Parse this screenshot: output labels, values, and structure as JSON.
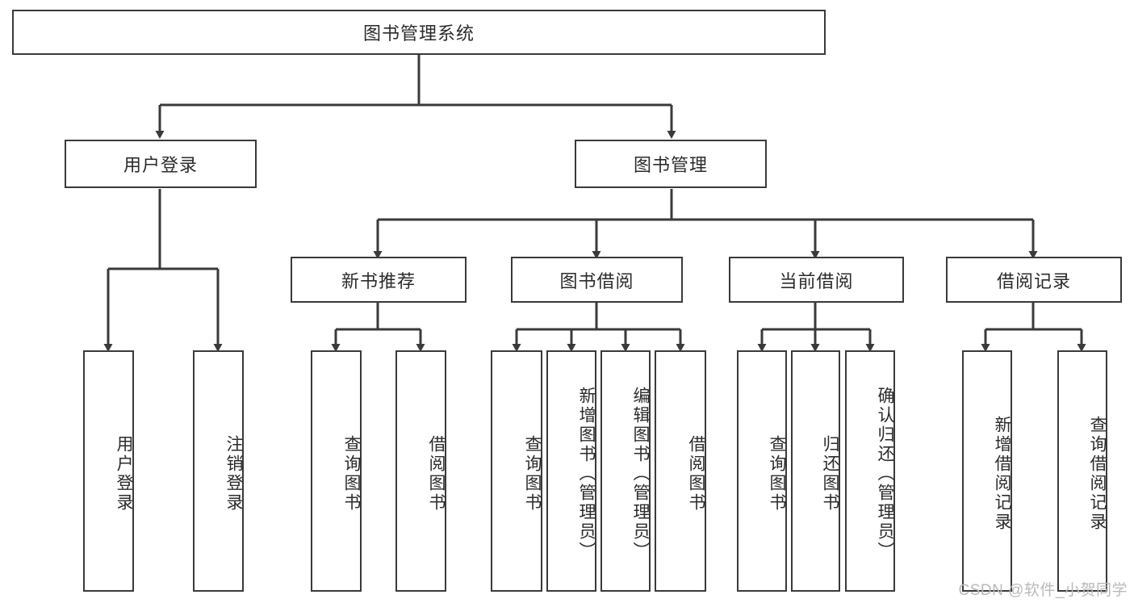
{
  "diagram": {
    "type": "tree-hierarchy",
    "title": "图书管理系统",
    "orientation": "top-down",
    "colors": {
      "background": "#ffffff",
      "node_fill": "#ffffff",
      "node_border": "#3a3a3a",
      "edge": "#3a3a3a",
      "text": "#2b2b2b",
      "watermark": "#b9b9b9"
    },
    "root": {
      "label": "图书管理系统"
    },
    "level2": [
      {
        "label": "用户登录"
      },
      {
        "label": "图书管理"
      }
    ],
    "level3": [
      {
        "label": "新书推荐"
      },
      {
        "label": "图书借阅"
      },
      {
        "label": "当前借阅"
      },
      {
        "label": "借阅记录"
      }
    ],
    "leaves": {
      "user_login": [
        {
          "label": "用户登录"
        },
        {
          "label": "注销登录"
        }
      ],
      "new_book_recommend": [
        {
          "label": "查询图书"
        },
        {
          "label": "借阅图书"
        }
      ],
      "book_borrow": [
        {
          "label": "查询图书"
        },
        {
          "label": "新增图书（管理员）"
        },
        {
          "label": "编辑图书（管理员）"
        },
        {
          "label": "借阅图书"
        }
      ],
      "current_borrow": [
        {
          "label": "查询图书"
        },
        {
          "label": "归还图书"
        },
        {
          "label": "确认归还（管理员）"
        }
      ],
      "borrow_record": [
        {
          "label": "新增借阅记录"
        },
        {
          "label": "查询借阅记录"
        }
      ]
    }
  },
  "watermark": {
    "text": "CSDN @软件_小贺同学"
  }
}
